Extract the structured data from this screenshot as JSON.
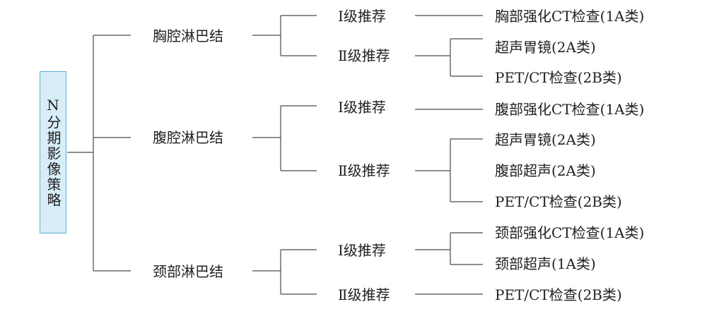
{
  "root": {
    "label": "N分期影像策略"
  },
  "branches": [
    {
      "label": "胸腔淋巴结",
      "levels": [
        {
          "label": "Ⅰ级推荐",
          "items": [
            "胸部强化CT检查(1A类)"
          ]
        },
        {
          "label": "Ⅱ级推荐",
          "items": [
            "超声胃镜(2A类)",
            "PET/CT检查(2B类)"
          ]
        }
      ]
    },
    {
      "label": "腹腔淋巴结",
      "levels": [
        {
          "label": "Ⅰ级推荐",
          "items": [
            "腹部强化CT检查(1A类)"
          ]
        },
        {
          "label": "Ⅱ级推荐",
          "items": [
            "超声胃镜(2A类)",
            "腹部超声(2A类)",
            "PET/CT检查(2B类)"
          ]
        }
      ]
    },
    {
      "label": "颈部淋巴结",
      "levels": [
        {
          "label": "Ⅰ级推荐",
          "items": [
            "颈部强化CT检查(1A类)",
            "颈部超声(1A类)"
          ]
        },
        {
          "label": "Ⅱ级推荐",
          "items": [
            "PET/CT检查(2B类)"
          ]
        }
      ]
    }
  ],
  "colors": {
    "line": "#4a4a4a",
    "root_fill": "#d7eef8",
    "root_border": "#5aaed1",
    "text": "#231f20"
  }
}
